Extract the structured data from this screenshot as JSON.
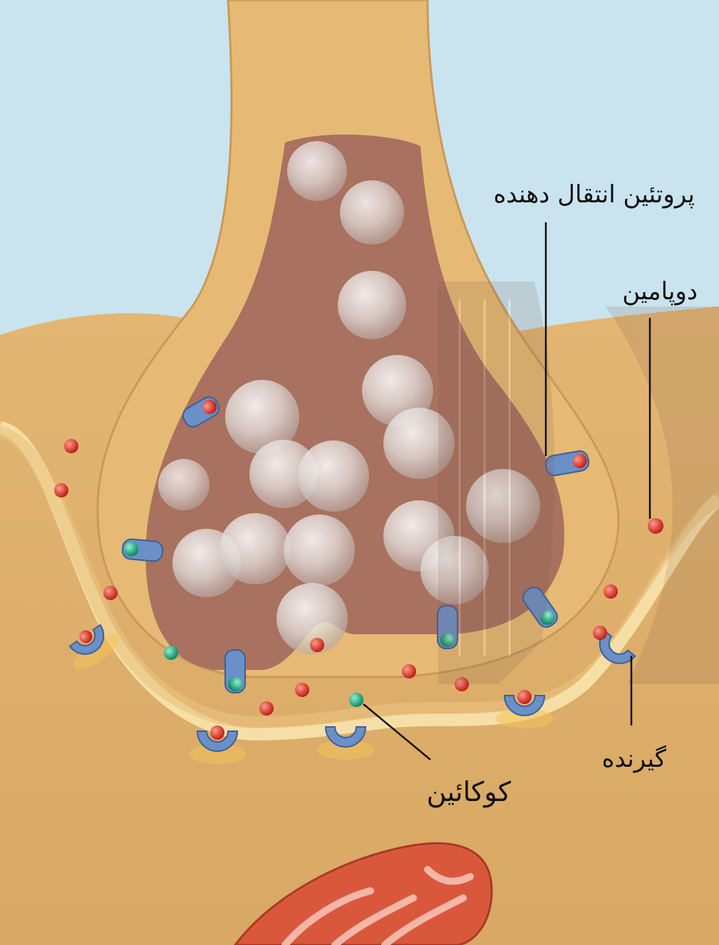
{
  "diagram": {
    "labels": {
      "transporter": "پروتئین انتقال دهنده",
      "dopamine": "دوپامین",
      "receptor": "گیرنده",
      "cocaine": "کوکائین"
    },
    "colors": {
      "background": "#c9e4ee",
      "membrane": "#e8bf7c",
      "cytoplasm": "#a9715f",
      "vesicle": "#eeeeee",
      "dopamine": "#d8332b",
      "cocaine": "#1aa37f",
      "protein": "#6b8fc7",
      "mitochondrion": "#d9583c"
    }
  }
}
